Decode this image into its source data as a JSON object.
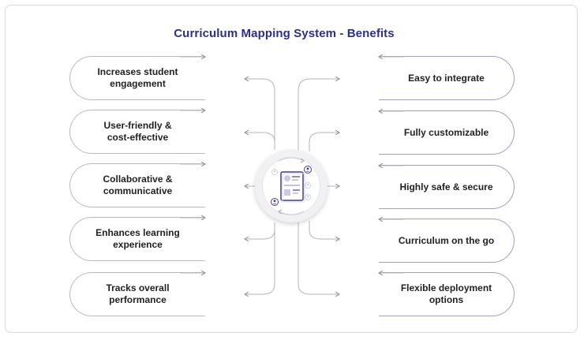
{
  "title": "Curriculum Mapping System - Benefits",
  "left_items": [
    "Increases student\nengagement",
    "User-friendly &\ncost-effective",
    "Collaborative &\ncommunicative",
    "Enhances learning\nexperience",
    "Tracks overall\nperformance"
  ],
  "right_items": [
    "Easy to integrate",
    "Fully customizable",
    "Highly safe & secure",
    "Curriculum on the go",
    "Flexible deployment\noptions"
  ],
  "icons": {
    "hub": "curriculum-document-icon",
    "users": "user-icon"
  },
  "colors": {
    "title": "#2c2f8e",
    "left_border": "#b9b9c6",
    "right_border": "#9d9fc8",
    "connector": "#b5b5b5"
  }
}
